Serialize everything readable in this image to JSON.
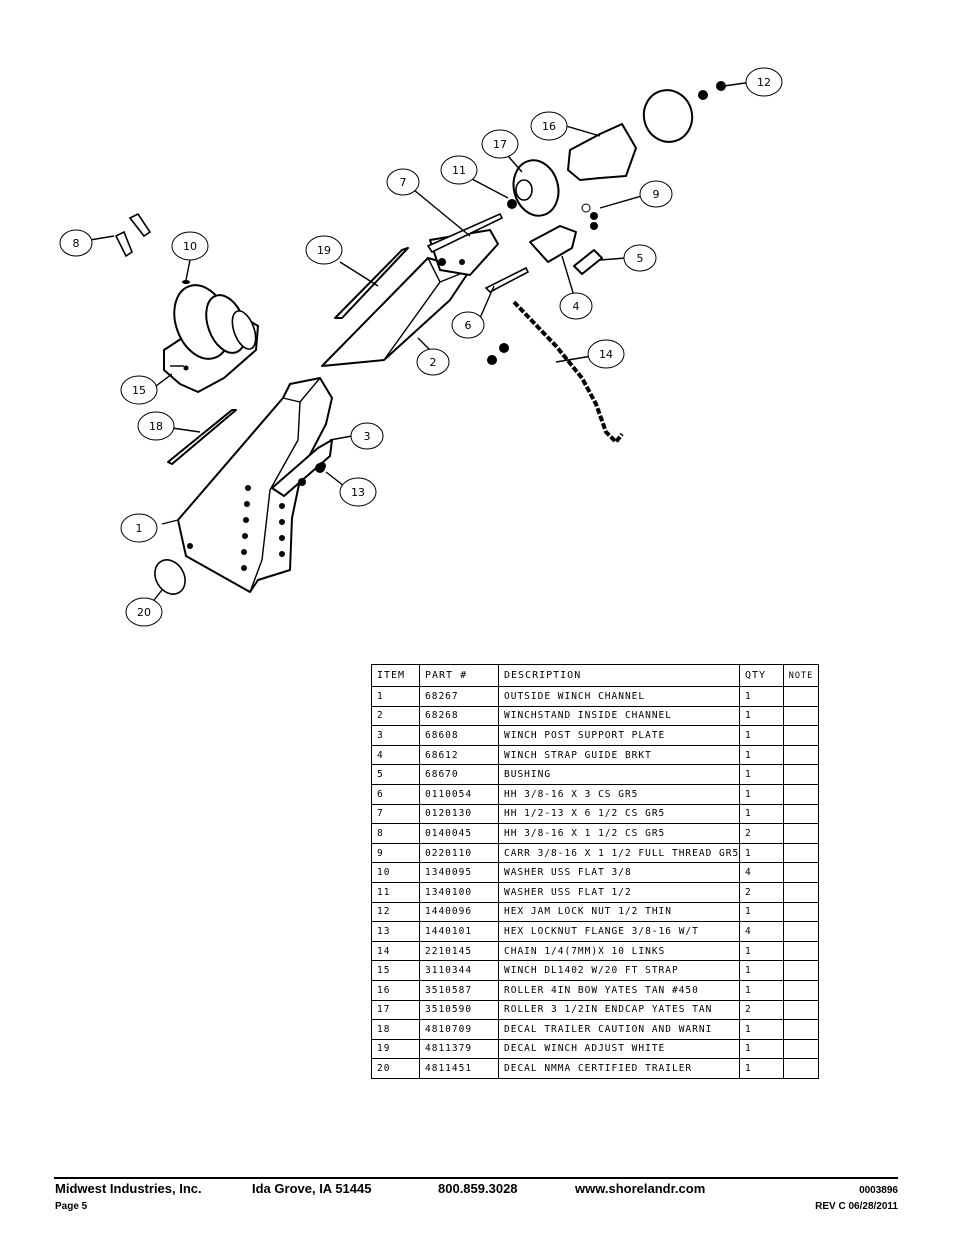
{
  "diagram": {
    "callouts": [
      "1",
      "2",
      "3",
      "4",
      "5",
      "6",
      "7",
      "8",
      "9",
      "10",
      "11",
      "12",
      "13",
      "14",
      "15",
      "16",
      "17",
      "18",
      "19",
      "20"
    ]
  },
  "table": {
    "headers": {
      "item": "ITEM",
      "part": "PART #",
      "description": "DESCRIPTION",
      "qty": "QTY",
      "note": "NOTE"
    },
    "rows": [
      {
        "item": "1",
        "part": "68267",
        "description": "OUTSIDE WINCH CHANNEL",
        "qty": "1",
        "note": ""
      },
      {
        "item": "2",
        "part": "68268",
        "description": "WINCHSTAND   INSIDE CHANNEL",
        "qty": "1",
        "note": ""
      },
      {
        "item": "3",
        "part": "68608",
        "description": "WINCH POST SUPPORT PLATE",
        "qty": "1",
        "note": ""
      },
      {
        "item": "4",
        "part": "68612",
        "description": "WINCH STRAP GUIDE BRKT",
        "qty": "1",
        "note": ""
      },
      {
        "item": "5",
        "part": "68670",
        "description": "BUSHING",
        "qty": "1",
        "note": ""
      },
      {
        "item": "6",
        "part": "0110054",
        "description": "HH 3/8-16 X 3 CS GR5",
        "qty": "1",
        "note": ""
      },
      {
        "item": "7",
        "part": "0120130",
        "description": "HH 1/2-13 X 6 1/2 CS GR5",
        "qty": "1",
        "note": ""
      },
      {
        "item": "8",
        "part": "0140045",
        "description": "HH 3/8-16 X 1 1/2 CS GR5",
        "qty": "2",
        "note": ""
      },
      {
        "item": "9",
        "part": "0220110",
        "description": "CARR 3/8-16 X 1 1/2 FULL THREAD GR5",
        "qty": "1",
        "note": ""
      },
      {
        "item": "10",
        "part": "1340095",
        "description": "WASHER USS FLAT 3/8",
        "qty": "4",
        "note": ""
      },
      {
        "item": "11",
        "part": "1340100",
        "description": "WASHER USS FLAT 1/2",
        "qty": "2",
        "note": ""
      },
      {
        "item": "12",
        "part": "1440096",
        "description": "HEX JAM LOCK NUT 1/2 THIN",
        "qty": "1",
        "note": ""
      },
      {
        "item": "13",
        "part": "1440101",
        "description": "HEX LOCKNUT FLANGE 3/8-16 W/T",
        "qty": "4",
        "note": ""
      },
      {
        "item": "14",
        "part": "2210145",
        "description": "CHAIN 1/4(7MM)X 10 LINKS",
        "qty": "1",
        "note": ""
      },
      {
        "item": "15",
        "part": "3110344",
        "description": "WINCH DL1402 W/20 FT STRAP",
        "qty": "1",
        "note": ""
      },
      {
        "item": "16",
        "part": "3510587",
        "description": "ROLLER 4IN BOW YATES TAN #450",
        "qty": "1",
        "note": ""
      },
      {
        "item": "17",
        "part": "3510590",
        "description": "ROLLER 3 1/2IN ENDCAP YATES TAN",
        "qty": "2",
        "note": ""
      },
      {
        "item": "18",
        "part": "4810709",
        "description": "DECAL TRAILER CAUTION AND WARNI",
        "qty": "1",
        "note": ""
      },
      {
        "item": "19",
        "part": "4811379",
        "description": "DECAL WINCH ADJUST WHITE",
        "qty": "1",
        "note": ""
      },
      {
        "item": "20",
        "part": "4811451",
        "description": "DECAL NMMA CERTIFIED TRAILER",
        "qty": "1",
        "note": ""
      }
    ]
  },
  "footer": {
    "company": "Midwest Industries, Inc.",
    "city": "Ida Grove, IA  51445",
    "phone": "800.859.3028",
    "website": "www.shorelandr.com",
    "doc_number": "0003896",
    "page": "Page 5",
    "revision": "REV C  06/28/2011"
  }
}
